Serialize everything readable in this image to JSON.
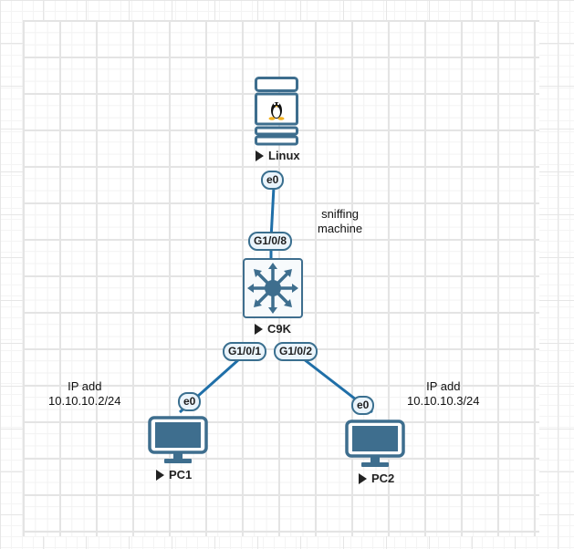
{
  "diagram": {
    "nodes": {
      "linux": {
        "label": "Linux",
        "icon": "linux-server-icon"
      },
      "switch": {
        "label": "C9K",
        "icon": "multilayer-switch-icon"
      },
      "pc1": {
        "label": "PC1",
        "icon": "monitor-icon"
      },
      "pc2": {
        "label": "PC2",
        "icon": "monitor-icon"
      }
    },
    "ports": {
      "linux_e0": "e0",
      "switch_g108": "G1/0/8",
      "switch_g101": "G1/0/1",
      "switch_g102": "G1/0/2",
      "pc1_e0": "e0",
      "pc2_e0": "e0"
    },
    "links": [
      {
        "from": "Linux e0",
        "to": "C9K G1/0/8"
      },
      {
        "from": "C9K G1/0/1",
        "to": "PC1 e0"
      },
      {
        "from": "C9K G1/0/2",
        "to": "PC2 e0"
      }
    ],
    "notes": {
      "sniffing_line1": "sniffing",
      "sniffing_line2": "machine",
      "pc1_ip_line1": "IP add",
      "pc1_ip_line2": "10.10.10.2/24",
      "pc2_ip_line1": "IP add",
      "pc2_ip_line2": "10.10.10.3/24"
    },
    "colors": {
      "device": "#3e6e8e",
      "link": "#1f6fa8",
      "port_fill": "#eaf4fb"
    }
  }
}
